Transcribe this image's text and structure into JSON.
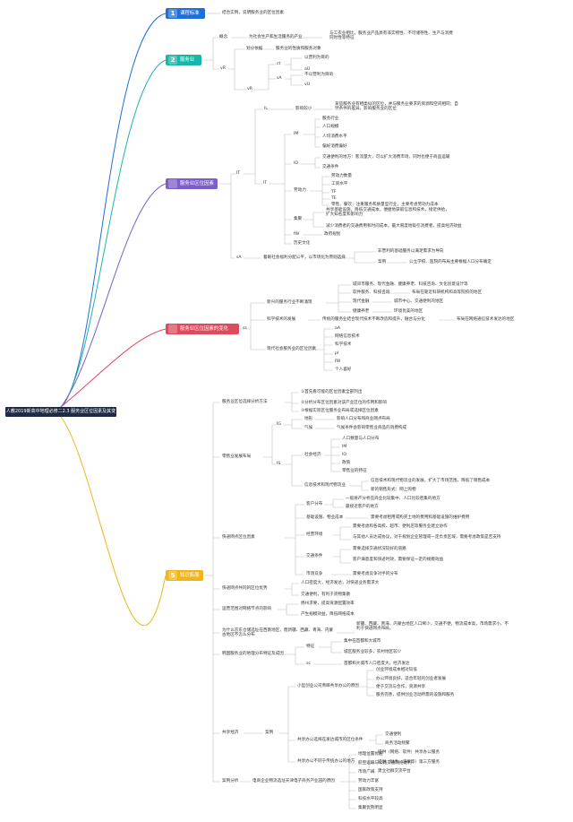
{
  "root": {
    "title": "人教2019新高中地理必修二2.3 服务业区位因素及其变化"
  },
  "branches": [
    {
      "num": "1",
      "label": "课程标准",
      "color": "#1e6fd9"
    },
    {
      "num": "2",
      "label": "服务业",
      "color": "#18b6a8"
    },
    {
      "num": "",
      "label": "服务业区位因素",
      "color": "#7b5fc9"
    },
    {
      "num": "",
      "label": "服务业区位因素的变化",
      "color": "#e04a5f"
    },
    {
      "num": "5",
      "label": "知识拓展",
      "color": "#f1b51c"
    }
  ],
  "nodes": {
    "b1_1": "结合实例，说明服务业的区位因素",
    "b2_concept": "概念",
    "b2_concept_d": "为社会生产和生活服务的产业",
    "b2_concept_d2": "与工农业相比，服务业产品具有非实物性、不可储存性、生产与消费同时性等特征",
    "b2_vR": "vR",
    "b2_class": "划分依据",
    "b2_class_d": "服务业的性质和服务对象",
    "b2_vR2": "vR",
    "b2_ct": "ct",
    "b2_ct1": "以营利为目的",
    "b2_ct2": "aU",
    "b2_sA": "sA",
    "b2_sA1": "不以营利为目的",
    "b2_sA2": "vU",
    "b3_IT": "IT",
    "b3_IL": "IL",
    "b3_infl": "影响较小",
    "b3_infl_d": "某些服务业有相类似的区位，并与服务业要求的资源和空间相同；自然条件的差异，影响服务业的区位",
    "b3_IT2": "IT",
    "b3_IM": "IM",
    "b3_IM1": "服务行业",
    "b3_IM2": "人口规模",
    "b3_IM3": "人均消费水平",
    "b3_IM4": "偏好消费偏好",
    "b3_IO": "IO",
    "b3_IO1": "交通便利的地方：客流量大，可以扩大消费市场，同时也便于商品运输",
    "b3_IO2": "交通条件",
    "b3_labor": "劳动力",
    "b3_labor1": "劳动力数量",
    "b3_labor2": "工资水平",
    "b3_labor3": "TF",
    "b3_labor4": "TE",
    "b3_labor5": "零售、餐饮：注重服务和质量型行业，主要考虑劳动力成本",
    "b3_agg": "集聚",
    "b3_agg1": "共享基础设施，降低交通成本，便捷地获取信息和技术，接近供给，扩大知名度和影响力",
    "b3_agg2": "减少消费者的交通费用和时间成本，最大限度地吸引消费者，提高经济效益",
    "b3_fw": "fW",
    "b3_fw1": "政府规划",
    "b3_hist": "历史文化",
    "b3_sA": "sA",
    "b3_sA_d": "着眼社会福利分配公平，以市场化为原则选择",
    "b3_sA1": "非营利的基础服务以满足需求为导向",
    "b3_sA2": "案例",
    "b3_sA3": "公立学校、医院的布局主要根据人口分布确定",
    "b4_ss": "ss",
    "b4_new": "新兴的服务行业不断涌现",
    "b4_new1": "城郊市服务、现代金融、健康养老、科技咨询、文化创意设计等",
    "b4_new2": "软件服务、科技咨询",
    "b4_new2d": "布局在靠近科研机构和高等院校的地区",
    "b4_new3": "现代金融",
    "b4_new3d": "城市中心、交通便利的地区",
    "b4_new4": "健康养老",
    "b4_new4d": "环境优美的地区",
    "b4_tech": "科学技术的发展",
    "b4_tech_d": "传统的服务业结合现代技术不断改造和提升，融合与分化",
    "b4_tech_d2": "布局在网络通信技术发达的地区",
    "b4_modern": "现代社会服务业的区位因素",
    "b4_m1": "aA",
    "b4_m2": "网络信息技术",
    "b4_m3": "科学技术",
    "b4_m4": "pI",
    "b4_m5": "fW",
    "b4_m6": "个人喜好",
    "b5_a": "服务业区位选择分析方法",
    "b5_a1": "①首先看可能的区位因素全部列出",
    "b5_a2": "②分析分布区位因素对该产业区位的作用和影响",
    "b5_a3": "③根据实际区位服务业布局或选择区位因素",
    "b5_b": "零售业发展布局",
    "b5_b_IG": "IG",
    "b5_b1": "地形",
    "b5_b1d": "影响人口分布和商业网点布局",
    "b5_b2": "气候",
    "b5_b2d": "气候条件会影响零售业商品的消费构成",
    "b5_b_IS": "IS",
    "b5_b3": "社会经济",
    "b5_b3a": "人口数量与人口分布",
    "b5_b3b": "IM",
    "b5_b3c": "IO",
    "b5_b3d": "政策",
    "b5_b3e": "零售业的特征",
    "b5_b4": "信息技术和现代物流业",
    "b5_b4d": "信息技术和现代物流业的发展，扩大了市场范围，降低了销售成本",
    "b5_b4e": "新的销售形式：网上购物",
    "b5_c": "快递网点区位因素",
    "b5_c1": "客户分布",
    "b5_c1a": "一般将产分析在商业比较集中、人口比较密集的地方",
    "b5_c1b": "最接近客户的地方",
    "b5_c2": "基础设施、物业成本",
    "b5_c2d": "需要考虑租用或购买土地的费用和基础设施的维护费用",
    "b5_c3": "经营环境",
    "b5_c3a": "需要考虑和各高校、超市、便利店等服务业建立协作",
    "b5_c3b": "与其他人员达成协议，对于规划企业管理或一定负责区域，需要考虑政策是否支持",
    "b5_c4": "交通条件",
    "b5_c4a": "需要选择交通状况较好的道路",
    "b5_c4b": "客户满意度和快递时效，需要保证一定的规模效益",
    "b5_c5": "市场竞争",
    "b5_c5d": "需要考虑竞争对手的分布",
    "b5_d": "快递网点共同的区位优势",
    "b5_d1": "人口密度大，经济发达，对快递业务需求大",
    "b5_d2": "交通便利，有利于货物集散",
    "b5_e": "运营范围对网络节点的影响",
    "b5_e1": "扬州求要，提高资源配置效率",
    "b5_e2": "产生规模效益，降低网络成本",
    "b5_f": "为什么京东仓储选址在西南地区，而新疆、西藏、青海、内蒙古地区不怎么分布",
    "b5_f1": "新疆、西藏、青海、内蒙古地区人口稀少，交通不便，物流成本高，市场需求小，不利于快递网点布局，",
    "b5_g": "韩国服务业的地理分布特征及成因",
    "b5_g1": "特征",
    "b5_g1a": "集中在首都和大城市",
    "b5_g1b": "城区服务业较多，农村地区较少",
    "b5_g2": "sc",
    "b5_g2d": "首都和大城市人口密度大，经济发达",
    "b5_h": "共享经济",
    "b5_h1": "案例",
    "b5_h1a": "小型创业公司青睐共享办公的原因",
    "b5_h1a1": "创业环境成本相对较低",
    "b5_h1a2": "办公环境良好，适合年轻的创业者发展",
    "b5_h1a3": "便于交流与合作，资源共享",
    "b5_h1a4": "服务完善，提供创业活动所需的设施和服务",
    "b5_h1b": "共享办公选择在发达城市的区位条件",
    "b5_h1b1": "交通便利",
    "b5_h1b2": "商务活动频繁",
    "b5_h1c": "共享办公不同于传统办公的地方",
    "b5_h1c1": "提供（网络、软件）共享办公服务",
    "b5_h1c2": "提供（财务、法律等）第三方服务",
    "b5_h1c3": "建立社群交流平台",
    "b5_i": "案例分析",
    "b5_i1": "电商企业物流选址天津电子商务产业园的原因",
    "b5_i1a": "地理位置优越",
    "b5_i1b": "航空运输与公路交通网络便利",
    "b5_i1c": "市场广阔",
    "b5_i1d": "劳动力丰富",
    "b5_i1e": "国家政策支持",
    "b5_i1f": "科技水平较高",
    "b5_i1g": "集聚优势明显"
  }
}
